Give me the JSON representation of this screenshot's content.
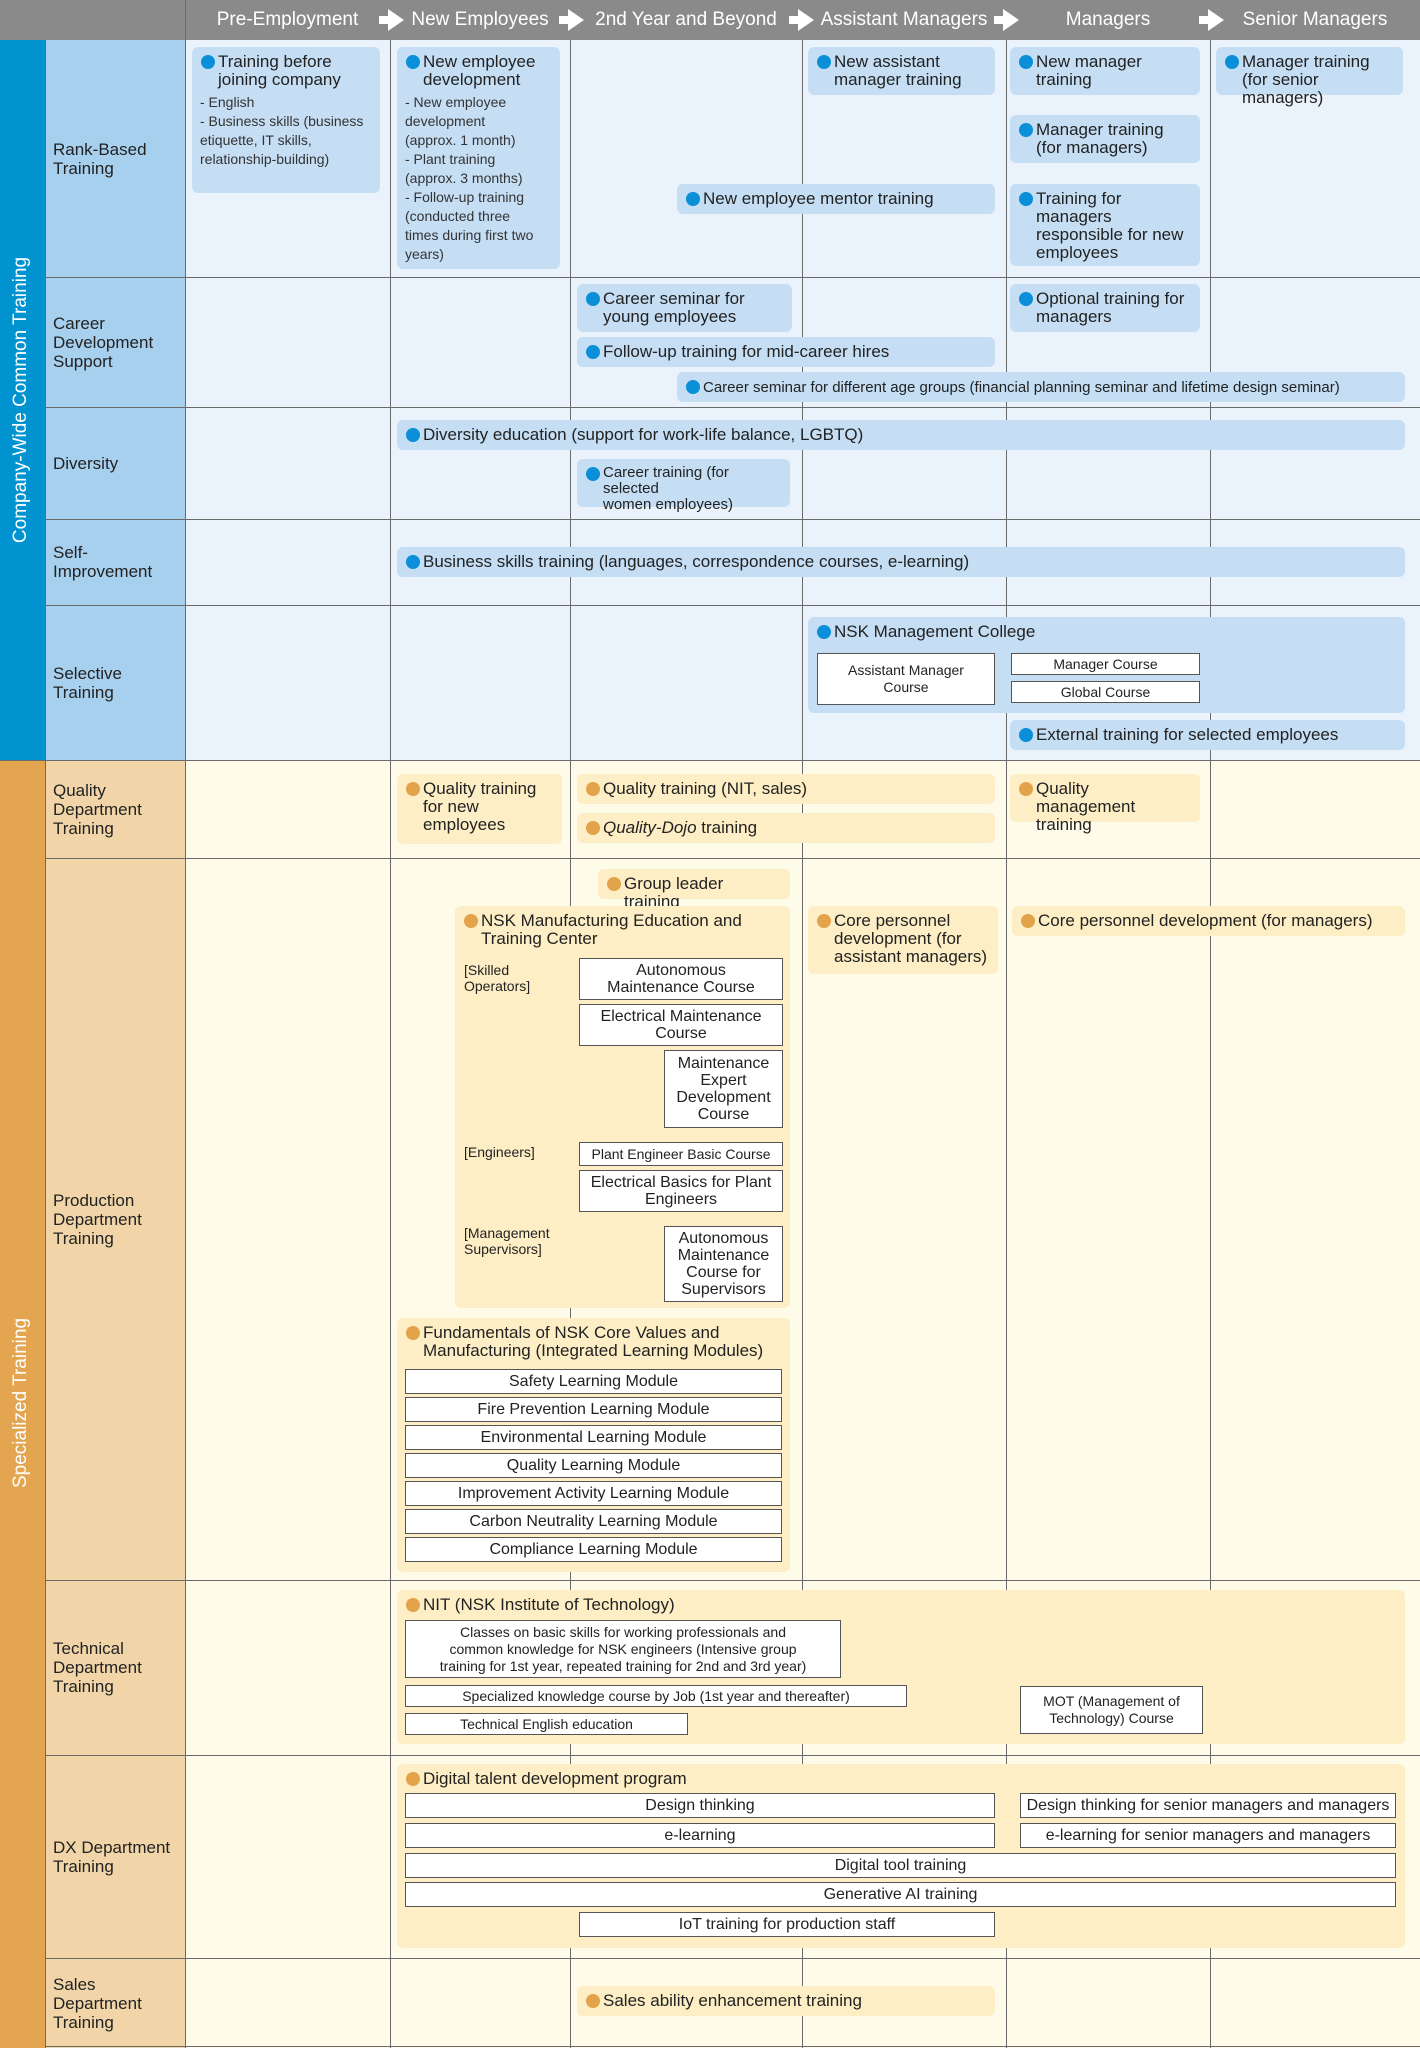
{
  "stages": [
    "Pre-Employment",
    "New Employees",
    "2nd Year and Beyond",
    "Assistant Managers",
    "Managers",
    "Senior Managers"
  ],
  "sections": {
    "common": "Company-Wide Common Training",
    "specialized": "Specialized Training"
  },
  "categories": {
    "rank": "Rank-Based\nTraining",
    "career": "Career\nDevelopment\nSupport",
    "diversity": "Diversity",
    "self": "Self-\nImprovement",
    "selective": "Selective\nTraining",
    "quality": "Quality\nDepartment\nTraining",
    "production": "Production\nDepartment\nTraining",
    "technical": "Technical\nDepartment\nTraining",
    "dx": "DX Department\nTraining",
    "sales": "Sales\nDepartment\nTraining"
  },
  "rank": {
    "pre_title": "Training before\njoining company",
    "pre_bullets": "- English\n- Business skills (business\n  etiquette, IT skills,\n  relationship-building)",
    "new_title": "New employee\ndevelopment",
    "new_bullets": "- New employee\n  development\n  (approx. 1 month)\n- Plant training\n  (approx. 3 months)\n- Follow-up training\n  (conducted three\n  times during first two\n  years)",
    "mentor": "New employee mentor training",
    "new_asst": "New assistant\nmanager training",
    "new_mgr": "New manager\ntraining",
    "mgr_for_mgr": "Manager training\n(for managers)",
    "mgr_resp": "Training for\nmanagers\nresponsible for new\nemployees",
    "mgr_senior": "Manager training\n(for senior managers)"
  },
  "career": {
    "young": "Career seminar for\nyoung employees",
    "followup": "Follow-up training for mid-career hires",
    "optional": "Optional training for\nmanagers",
    "age": "Career seminar for different age groups (financial planning seminar and lifetime design seminar)"
  },
  "diversity": {
    "education": "Diversity education (support for work-life balance, LGBTQ)",
    "women": "Career training (for selected\nwomen employees)"
  },
  "self": {
    "business": "Business skills training (languages, correspondence courses, e-learning)"
  },
  "selective": {
    "college": "NSK Management College",
    "asst_course": "Assistant Manager\nCourse",
    "mgr_course": "Manager Course",
    "global_course": "Global Course",
    "external": "External training for selected employees"
  },
  "quality": {
    "new": "Quality training\nfor new\nemployees",
    "nit_sales": "Quality training (NIT, sales)",
    "dojo_italic": "Quality-Dojo",
    "dojo_rest": " training",
    "mgmt": "Quality management\ntraining"
  },
  "production": {
    "group_leader": "Group leader training",
    "center": "NSK Manufacturing Education and\nTraining Center",
    "skilled": "[Skilled\nOperators]",
    "autonomous": "Autonomous\nMaintenance Course",
    "electrical": "Electrical Maintenance\nCourse",
    "expert": "Maintenance\nExpert\nDevelopment\nCourse",
    "engineers": "[Engineers]",
    "plant_basic": "Plant Engineer Basic Course",
    "elec_basics": "Electrical Basics for Plant\nEngineers",
    "mgmt_sup": "[Management\nSupervisors]",
    "auto_sup": "Autonomous\nMaintenance\nCourse for\nSupervisors",
    "core_asst": "Core personnel\ndevelopment (for\nassistant managers)",
    "core_mgr": "Core personnel development (for managers)",
    "fundamentals": "Fundamentals of NSK Core Values and\nManufacturing (Integrated Learning Modules)",
    "modules": [
      "Safety Learning Module",
      "Fire Prevention Learning Module",
      "Environmental Learning Module",
      "Quality Learning Module",
      "Improvement Activity Learning Module",
      "Carbon Neutrality Learning Module",
      "Compliance Learning Module"
    ]
  },
  "technical": {
    "nit": "NIT (NSK Institute of Technology)",
    "classes": "Classes on basic skills for working professionals and\ncommon knowledge for NSK engineers (Intensive group\ntraining for 1st year, repeated training for 2nd and 3rd year)",
    "specialized": "Specialized knowledge course by Job (1st year and thereafter)",
    "english": "Technical English education",
    "mot": "MOT (Management of\nTechnology) Course"
  },
  "dx": {
    "program": "Digital talent development program",
    "design": "Design thinking",
    "design_senior": "Design thinking for senior managers and managers",
    "elearning": "e-learning",
    "elearning_senior": "e-learning for senior managers and managers",
    "digital_tool": "Digital tool training",
    "genai": "Generative AI training",
    "iot": "IoT training for production staff"
  },
  "sales": {
    "ability": "Sales ability enhancement training"
  },
  "colors": {
    "header": "#8a8a8a",
    "common_bar": "#0093d0",
    "specialized_bar": "#e3a550",
    "blue_box": "#c5def4",
    "orange_box": "#fdeec5",
    "blue_dot": "#0a8fd8",
    "orange_dot": "#e2a34a"
  }
}
